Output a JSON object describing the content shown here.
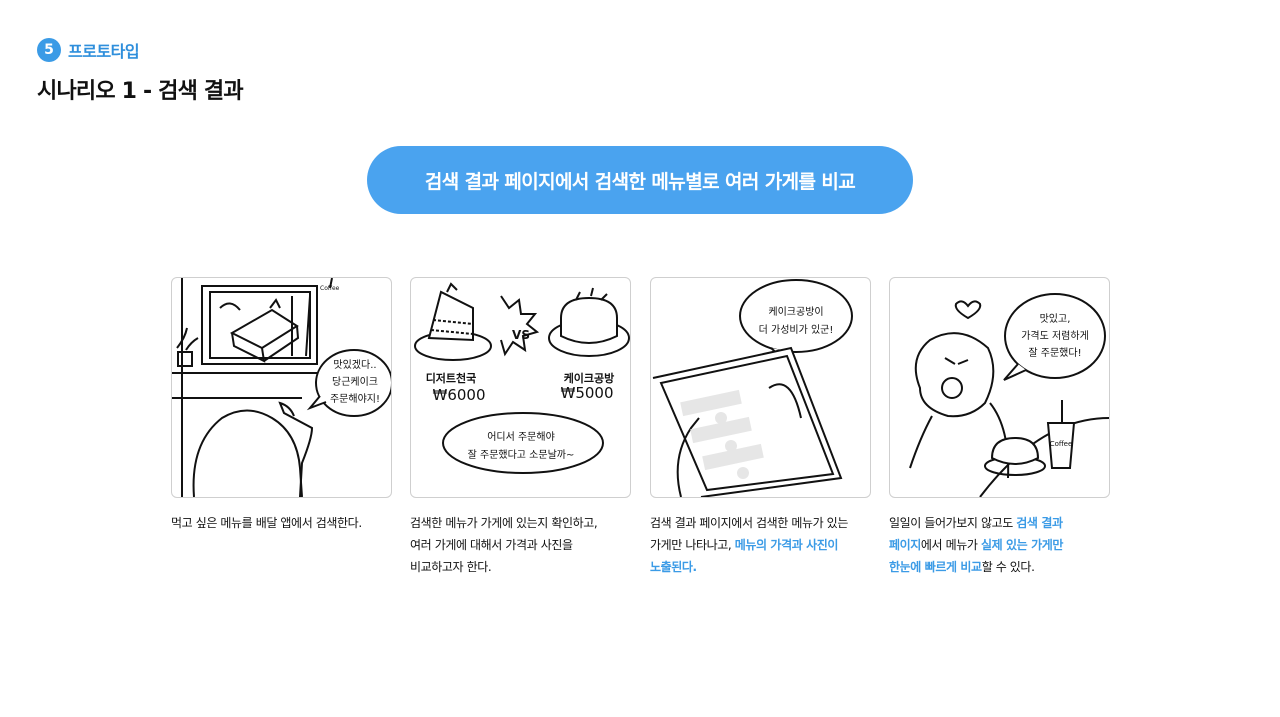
{
  "section": {
    "number": "5",
    "label": "프로토타입"
  },
  "title": "시나리오 1 - 검색 결과",
  "banner": "검색 결과 페이지에서 검색한 메뉴별로 여러 가게를 비교",
  "panels": [
    {
      "bubble": [
        "맛있겠다..",
        "당근케이크",
        "주문해야지!"
      ],
      "tv_cup": "Coffee",
      "caption": {
        "line1": "먹고 싶은 메뉴를 배달 앱에서 검색한다."
      }
    },
    {
      "vs": "VS",
      "left_shop": "디저트천국",
      "left_price": "₩6000",
      "right_shop": "케이크공방",
      "right_price": "₩5000",
      "bubble": [
        "어디서 주문해야",
        "잘 주문했다고 소문날까~"
      ],
      "caption": {
        "line1": "검색한 메뉴가 가게에 있는지 확인하고,",
        "line2": "여러 가게에 대해서 가격과 사진을",
        "line3": "비교하고자 한다."
      }
    },
    {
      "bubble": [
        "케이크공방이",
        "더 가성비가 있군!"
      ],
      "caption": {
        "line1": "검색 결과 페이지에서 검색한 메뉴가 있는",
        "line2_plain": "가게만 나타나고, ",
        "line2_hl": "메뉴의 가격과 사진이",
        "line3_hl": "노출된다."
      }
    },
    {
      "bubble": [
        "맛있고,",
        "가격도 저렴하게",
        "잘 주문했다!"
      ],
      "cup_label": "Coffee",
      "caption": {
        "line1_plain": "일일이 들어가보지 않고도 ",
        "line1_hl": "검색 결과",
        "line2_hl1": "페이지",
        "line2_plain": "에서 메뉴가 ",
        "line2_hl2": "실제 있는 가게만",
        "line3_hl": "한눈에 빠르게 비교",
        "line3_plain": "할 수 있다."
      }
    }
  ]
}
